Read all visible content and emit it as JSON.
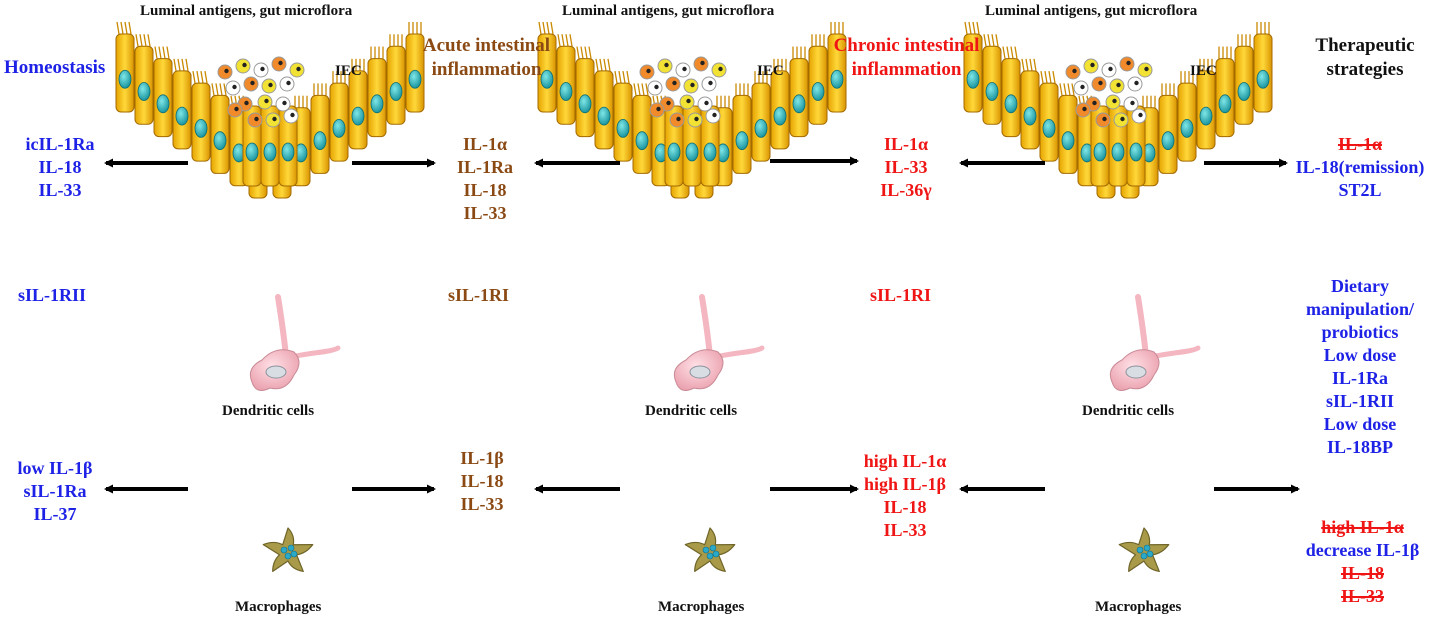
{
  "colors": {
    "homeostasis": "#1e22e6",
    "acute": "#8b4a14",
    "chronic": "#f01515",
    "arrow": "#000000",
    "epithelium": "#f0c020",
    "nucleus": "#20b2b2",
    "dendritic": "#f4b6c0",
    "macrophage": "#a89a48"
  },
  "header": {
    "top_label_1": "Luminal antigens, gut microflora",
    "top_label_2": "Luminal antigens, gut microflora",
    "top_label_3": "Luminal antigens, gut microflora",
    "iec_1": "IEC",
    "iec_2": "IEC",
    "iec_3": "IEC"
  },
  "columns": {
    "homeostasis": {
      "title": "Homeostasis",
      "epithelial": [
        "icIL-1Ra",
        "IL-18",
        "IL-33"
      ],
      "soluble": "sIL-1RII",
      "macrophage": [
        "low IL-1β",
        "sIL-1Ra",
        "IL-37"
      ]
    },
    "acute": {
      "title_lines": [
        "Acute intestinal",
        "inflammation"
      ],
      "epithelial": [
        "IL-1α",
        "IL-1Ra",
        "IL-18",
        "IL-33"
      ],
      "soluble": "sIL-1RI",
      "macrophage": [
        "IL-1β",
        "IL-18",
        "IL-33"
      ]
    },
    "chronic": {
      "title_lines": [
        "Chronic intestinal",
        "inflammation"
      ],
      "epithelial": [
        "IL-1α",
        "IL-33",
        "IL-36γ"
      ],
      "soluble": "sIL-1RI",
      "macrophage": [
        "high IL-1α",
        "high IL-1β",
        "IL-18",
        "IL-33"
      ]
    },
    "therapeutic": {
      "title_lines": [
        "Therapeutic",
        "strategies"
      ],
      "epithelial": [
        {
          "text": "IL-1α",
          "struck": true
        },
        {
          "text": "IL-18(remission)",
          "struck": false
        },
        {
          "text": "ST2L",
          "struck": false
        }
      ],
      "middle": [
        "Dietary",
        "manipulation/",
        "probiotics",
        "Low dose",
        "IL-1Ra",
        "sIL-1RII",
        "Low dose",
        "IL-18BP"
      ],
      "macrophage": [
        {
          "text": "high IL-1α",
          "struck": true
        },
        {
          "text": "decrease IL-1β",
          "struck": false
        },
        {
          "text": "IL-18",
          "struck": true
        },
        {
          "text": "IL-33",
          "struck": true
        }
      ]
    }
  },
  "cells": {
    "dendritic_1": "Dendritic cells",
    "dendritic_2": "Dendritic cells",
    "dendritic_3": "Dendritic cells",
    "macrophage_1": "Macrophages",
    "macrophage_2": "Macrophages",
    "macrophage_3": "Macrophages"
  }
}
